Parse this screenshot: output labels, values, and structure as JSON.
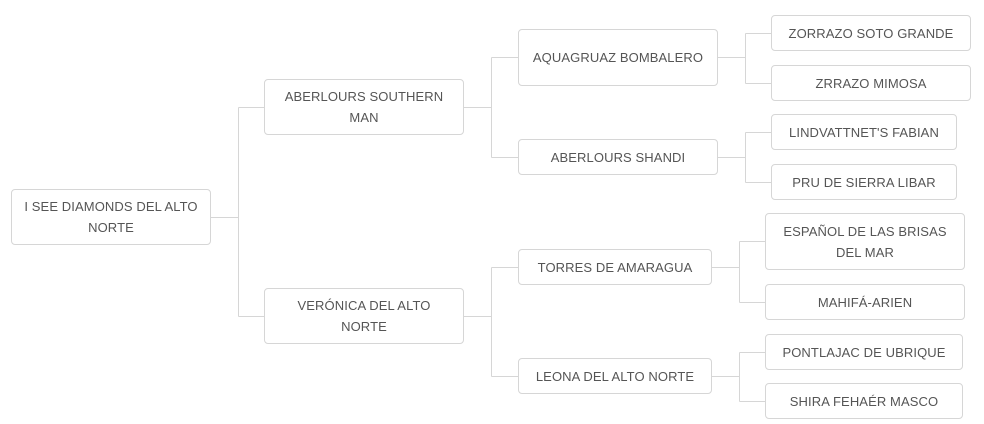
{
  "pedigree": {
    "subject": "I SEE DIAMONDS DEL ALTO NORTE",
    "sire": "ABERLOURS SOUTHERN MAN",
    "dam": "VERÓNICA DEL ALTO NORTE",
    "sire_sire": "AQUAGRUAZ BOMBALERO",
    "sire_dam": "ABERLOURS SHANDI",
    "dam_sire": "TORRES DE AMARAGUA",
    "dam_dam": "LEONA DEL ALTO NORTE",
    "sire_sire_sire": "ZORRAZO SOTO GRANDE",
    "sire_sire_dam": "ZRRAZO MIMOSA",
    "sire_dam_sire": "LINDVATTNET'S FABIAN",
    "sire_dam_dam": "PRU DE SIERRA LIBAR",
    "dam_sire_sire": "ESPAÑOL DE LAS BRISAS DEL MAR",
    "dam_sire_dam": "MAHIFÁ-ARIEN",
    "dam_dam_sire": "PONTLAJAC DE UBRIQUE",
    "dam_dam_dam": "SHIRA FEHAÉR MASCO"
  },
  "colors": {
    "border": "#d6d6d6",
    "connector": "#d6d6d6",
    "text": "#555555"
  }
}
